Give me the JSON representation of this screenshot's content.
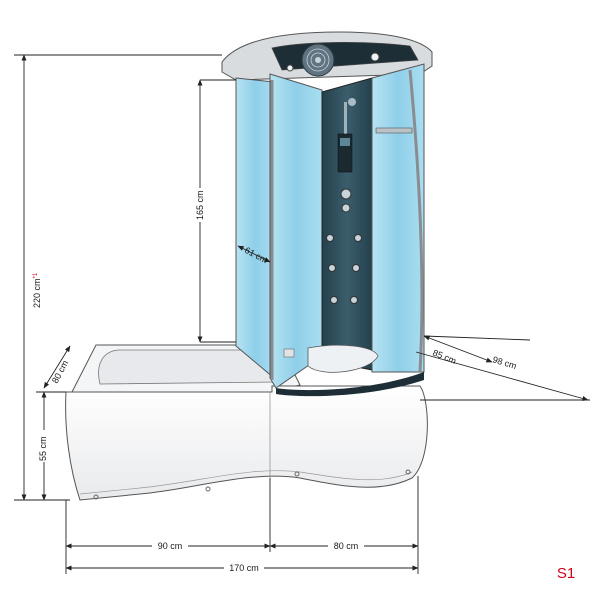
{
  "dimensions": {
    "height_total": "220 cm",
    "height_total_note": "*1",
    "cabin_height": "165 cm",
    "door_width": "61 cm",
    "cabin_depth": "85 cm",
    "cabin_diagonal": "98 cm",
    "tub_depth": "80 cm",
    "tub_height": "55 cm",
    "tub_width": "90 cm",
    "cabin_width": "80 cm",
    "total_width": "170 cm"
  },
  "model_code": "S1",
  "colors": {
    "glass": "#9fd6ec",
    "glass_dark": "#6fb9d9",
    "panel": "#2f4c5a",
    "frame": "#c9ccd0",
    "line": "#333333",
    "code": "#d0021b"
  }
}
